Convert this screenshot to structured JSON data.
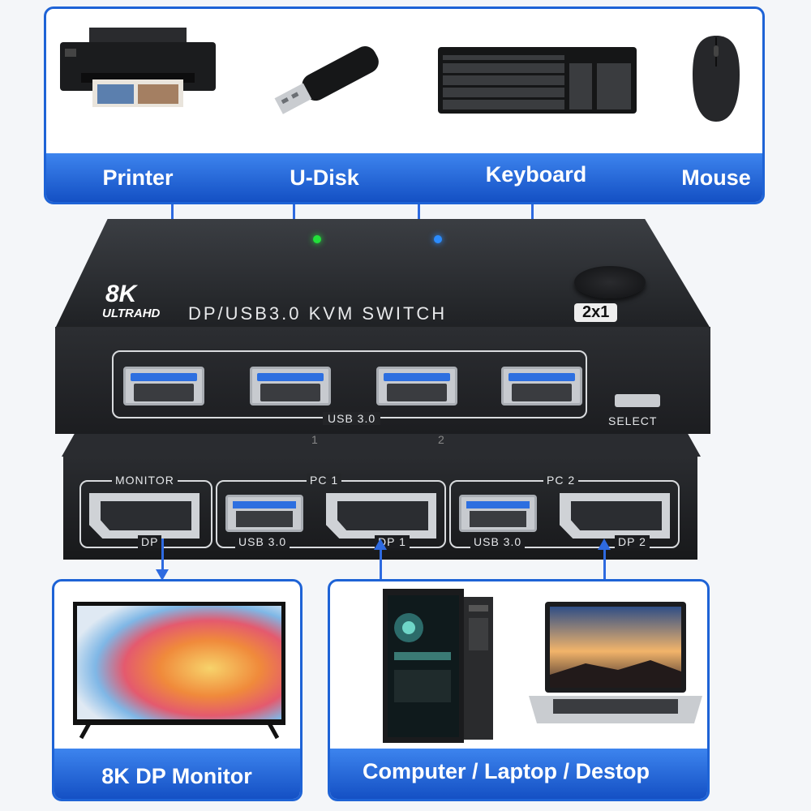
{
  "top_panel": {
    "labels": {
      "printer": "Printer",
      "udisk": "U-Disk",
      "keyboard": "Keyboard",
      "mouse": "Mouse"
    }
  },
  "device": {
    "brand_big": "8K",
    "brand_small": "ULTRAHD",
    "model": "DP/USB3.0 KVM SWITCH",
    "model_badge": "2x1",
    "front_usb_label": "USB 3.0",
    "select_label": "SELECT",
    "back": {
      "monitor_label": "MONITOR",
      "monitor_port": "DP",
      "pc1_label": "PC 1",
      "pc1_usb": "USB 3.0",
      "pc1_dp": "DP 1",
      "pc2_label": "PC 2",
      "pc2_usb": "USB 3.0",
      "pc2_dp": "DP 2"
    },
    "indicator_1": "1",
    "indicator_2": "2",
    "led_colors": {
      "pc1": "#22e03a",
      "pc2": "#2b8cff"
    }
  },
  "bottom_left": {
    "label": "8K DP Monitor"
  },
  "bottom_right": {
    "label": "Computer / Laptop / Destop"
  },
  "colors": {
    "accent": "#1e63d6",
    "arrow": "#2e6ae0"
  },
  "icons": [
    "printer-icon",
    "usb-disk-icon",
    "keyboard-icon",
    "mouse-icon",
    "monitor-icon",
    "desktop-pc-icon",
    "laptop-icon"
  ]
}
